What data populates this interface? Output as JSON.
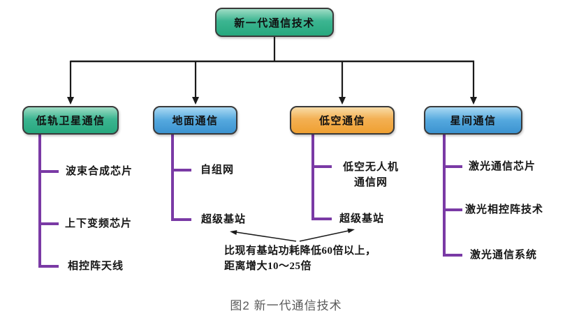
{
  "root": {
    "label": "新一代通信技术"
  },
  "branches": [
    {
      "label": "低轨卫星通信",
      "children": [
        "波束合成芯片",
        "上下变频芯片",
        "相控阵天线"
      ]
    },
    {
      "label": "地面通信",
      "children": [
        "自组网",
        "超级基站"
      ]
    },
    {
      "label": "低空通信",
      "children": [
        "低空无人机通信网",
        "超级基站"
      ]
    },
    {
      "label": "星间通信",
      "children": [
        "激光通信芯片",
        "激光相控阵技术",
        "激光通信系统"
      ]
    }
  ],
  "annotation": {
    "line1": "比现有基站功耗降低60倍以上，",
    "line2": "距离增大10～25倍"
  },
  "caption": "图2 新一代通信技术",
  "colors": {
    "root_box": "#3cb591",
    "green_box": "#3cb591",
    "blue_box": "#54a8de",
    "orange_box": "#f3b053",
    "connector_purple": "#7a3aa5",
    "tree_line": "#1a1a1a",
    "caption_text": "#5a5a5a"
  }
}
